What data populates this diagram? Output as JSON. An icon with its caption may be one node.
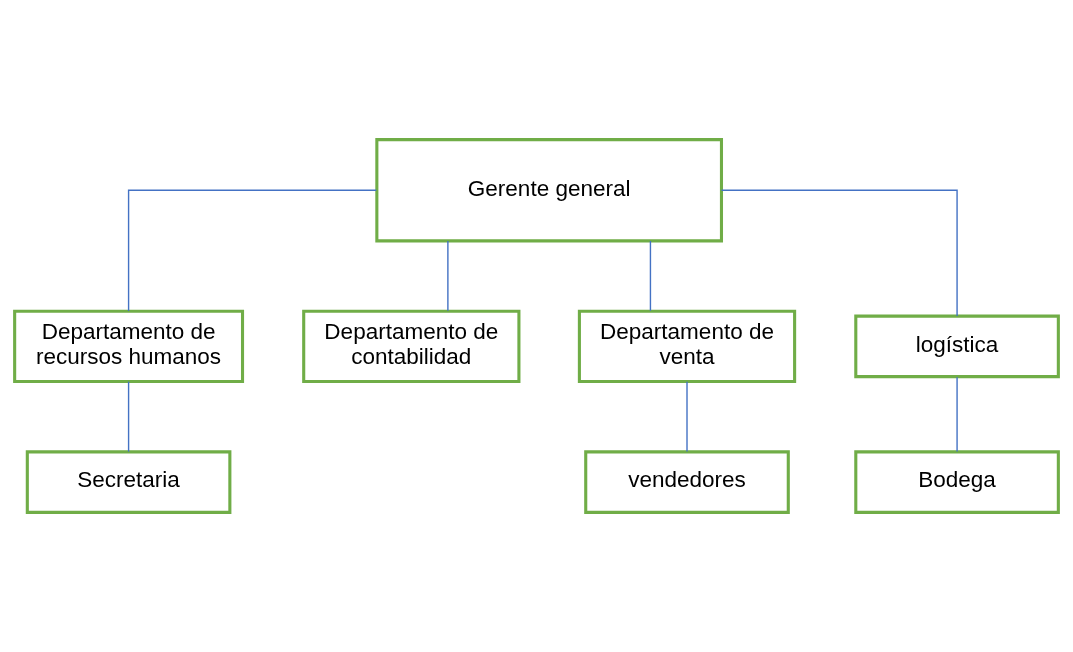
{
  "diagram": {
    "nodes": [
      {
        "text": [
          "Gerente general"
        ]
      },
      {
        "text": [
          "Departamento de recursos humanos"
        ]
      },
      {
        "text": [
          "Departamento de contabilidad"
        ]
      },
      {
        "text": [
          "Departamento de venta"
        ]
      },
      {
        "text": [
          "Secretaria"
        ]
      },
      {
        "text": [
          "logística"
        ]
      },
      {
        "text": [
          "vendedores"
        ]
      },
      {
        "text": [
          "Bodega"
        ]
      }
    ],
    "edges": [
      {
        "from": 0,
        "to": 1,
        "arrow": "none"
      },
      {
        "from": 0,
        "to": 2,
        "arrow": "none"
      },
      {
        "from": 0,
        "to": 5,
        "arrow": "none"
      },
      {
        "from": 0,
        "to": 3,
        "arrow": "none"
      },
      {
        "from": 1,
        "to": 4,
        "arrow": "none"
      },
      {
        "from": 5,
        "to": 7,
        "arrow": "none"
      },
      {
        "from": 3,
        "to": 6,
        "arrow": "none"
      }
    ]
  }
}
